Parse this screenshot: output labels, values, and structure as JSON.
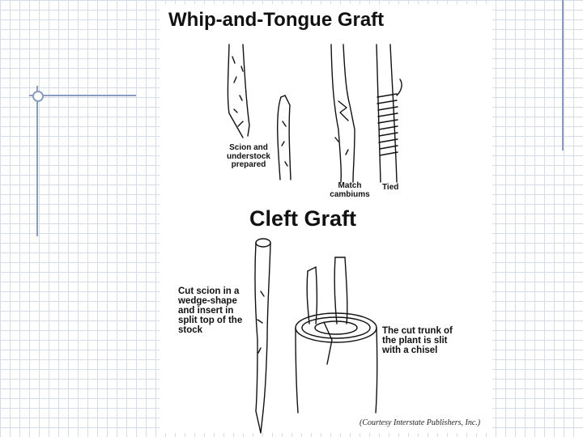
{
  "whip_title": "Whip-and-Tongue Graft",
  "labels": {
    "prepared": "Scion and understock prepared",
    "match": "Match cambiums",
    "tied": "Tied"
  },
  "cleft_title": "Cleft Graft",
  "cleft_labels": {
    "scion": "Cut scion in a wedge-shape and insert in split top of the stock",
    "trunk": "The cut trunk of the plant is slit with a chisel"
  },
  "credit": "(Courtesy Interstate Publishers, Inc.)",
  "colors": {
    "slide_accent": "#8a9cc2",
    "grid": "#d7dde8"
  }
}
